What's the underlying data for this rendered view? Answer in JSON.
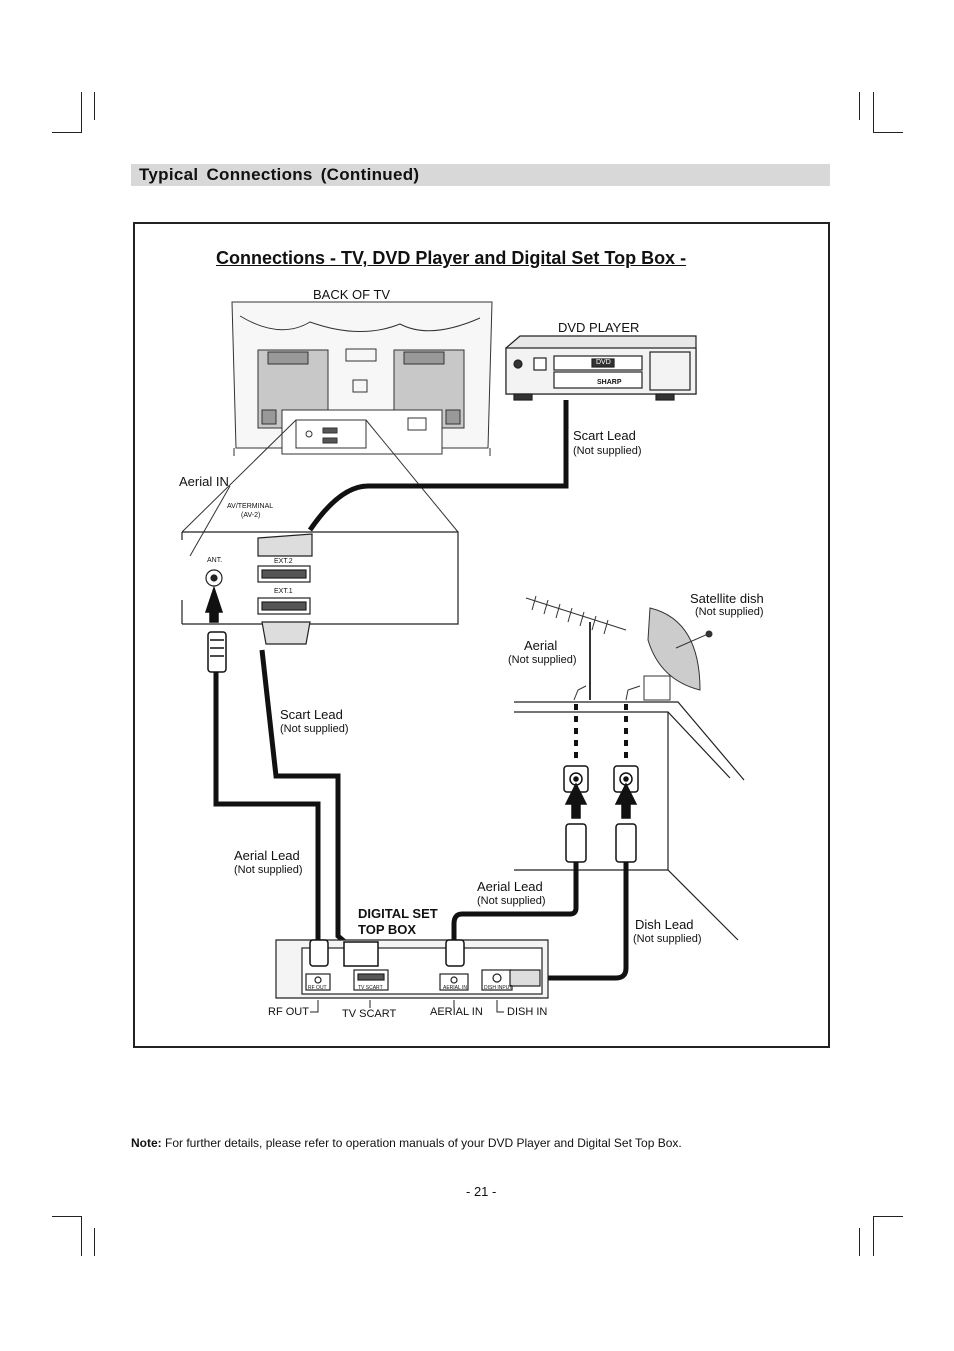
{
  "section": {
    "title": "Typical  Connections  (Continued)"
  },
  "diagram": {
    "title": "Connections - TV, DVD Player and Digital Set Top Box -",
    "back_of_tv": "BACK OF TV",
    "dvd_player": "DVD PLAYER",
    "dvd_logo": "DVD",
    "dvd_brand": "SHARP",
    "scart_lead_top": "Scart Lead",
    "not_supplied_1": "(Not supplied)",
    "aerial_in": "Aerial IN",
    "av_terminal": "AV/TERMINAL",
    "av2": "(AV-2)",
    "ant": "ANT.",
    "ext2": "EXT.2",
    "ext1": "EXT.1",
    "satellite_dish": "Satellite dish",
    "not_supplied_2": "(Not supplied)",
    "aerial": "Aerial",
    "not_supplied_3": "(Not supplied)",
    "scart_lead_left": "Scart Lead",
    "not_supplied_4": "(Not supplied)",
    "aerial_lead_left": "Aerial Lead",
    "not_supplied_5": "(Not supplied)",
    "aerial_lead_mid": "Aerial Lead",
    "not_supplied_6": "(Not supplied)",
    "digital_set": "DIGITAL SET",
    "top_box": "TOP BOX",
    "dish_lead": "Dish Lead",
    "not_supplied_7": "(Not supplied)",
    "rf_out_small": "RF OUT",
    "tv_scart_small": "TV SCART",
    "aerial_in_small": "AERIAL IN",
    "dish_input_small": "DISH INPUT",
    "rf_out": "RF OUT",
    "tv_scart": "TV SCART",
    "aerial_in_label": "AERIAL IN",
    "dish_in": "DISH IN"
  },
  "note": {
    "label": "Note:",
    "text": " For further details, please refer to operation manuals of your DVD Player and Digital Set Top Box."
  },
  "page_number": "- 21 -"
}
